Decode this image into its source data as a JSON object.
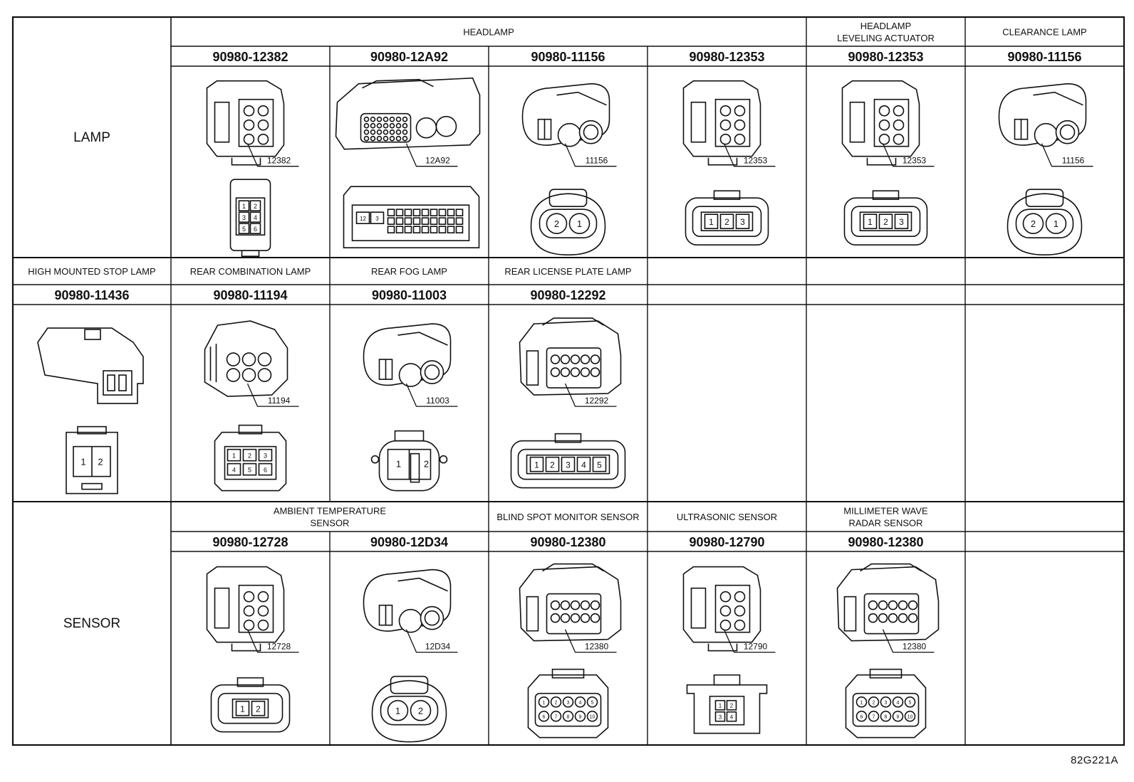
{
  "sections": [
    {
      "label": "LAMP",
      "groups": [
        {
          "title": [
            "HEADLAMP"
          ],
          "cells": [
            {
              "part": "90980-12382",
              "callout": "12382",
              "drawing": "connector-12382-icon",
              "face": {
                "type": "grid",
                "pins": [
                  "1",
                  "2",
                  "3",
                  "4",
                  "5",
                  "6"
                ]
              }
            },
            {
              "part": "90980-12A92",
              "callout": "12A92",
              "drawing": "connector-12a92-icon",
              "face": {
                "type": "multipin",
                "pins": [
                  "12",
                  "3"
                ]
              }
            },
            {
              "part": "90980-11156",
              "callout": "11156",
              "drawing": "connector-11156-icon",
              "face": {
                "type": "round2",
                "pins": [
                  "2",
                  "1"
                ]
              }
            },
            {
              "part": "90980-12353",
              "callout": "12353",
              "drawing": "connector-12353-icon",
              "face": {
                "type": "row",
                "pins": [
                  "1",
                  "2",
                  "3"
                ]
              }
            }
          ]
        },
        {
          "title": [
            "HEADLAMP",
            "LEVELING ACTUATOR"
          ],
          "cells": [
            {
              "part": "90980-12353",
              "callout": "12353",
              "drawing": "connector-12353-icon",
              "face": {
                "type": "row",
                "pins": [
                  "1",
                  "2",
                  "3"
                ]
              }
            }
          ]
        },
        {
          "title": [
            "CLEARANCE LAMP"
          ],
          "cells": [
            {
              "part": "90980-11156",
              "callout": "11156",
              "drawing": "connector-11156-icon",
              "face": {
                "type": "round2",
                "pins": [
                  "2",
                  "1"
                ]
              }
            }
          ]
        }
      ]
    },
    {
      "label": "",
      "groups": [
        {
          "title": [
            "HIGH MOUNTED STOP LAMP"
          ],
          "cells": [
            {
              "part": "90980-11436",
              "callout": "",
              "drawing": "connector-11436-icon",
              "face": {
                "type": "square2",
                "pins": [
                  "1",
                  "2"
                ]
              }
            }
          ]
        },
        {
          "title": [
            "REAR COMBINATION LAMP"
          ],
          "cells": [
            {
              "part": "90980-11194",
              "callout": "11194",
              "drawing": "connector-11194-icon",
              "face": {
                "type": "grid6",
                "pins": [
                  "1",
                  "2",
                  "3",
                  "4",
                  "5",
                  "6"
                ]
              }
            }
          ]
        },
        {
          "title": [
            "REAR FOG LAMP"
          ],
          "cells": [
            {
              "part": "90980-11003",
              "callout": "11003",
              "drawing": "connector-11003-icon",
              "face": {
                "type": "flange2",
                "pins": [
                  "1",
                  "2"
                ]
              }
            }
          ]
        },
        {
          "title": [
            "REAR LICENSE PLATE LAMP"
          ],
          "cells": [
            {
              "part": "90980-12292",
              "callout": "12292",
              "drawing": "connector-12292-icon",
              "face": {
                "type": "row",
                "pins": [
                  "1",
                  "2",
                  "3",
                  "4",
                  "5"
                ]
              }
            }
          ]
        },
        {
          "title": [
            ""
          ],
          "cells": [
            {
              "part": "",
              "callout": "",
              "drawing": "",
              "face": null
            }
          ]
        },
        {
          "title": [
            ""
          ],
          "cells": [
            {
              "part": "",
              "callout": "",
              "drawing": "",
              "face": null
            }
          ]
        },
        {
          "title": [
            ""
          ],
          "cells": [
            {
              "part": "",
              "callout": "",
              "drawing": "",
              "face": null
            }
          ]
        }
      ]
    },
    {
      "label": "SENSOR",
      "groups": [
        {
          "title": [
            "AMBIENT TEMPERATURE",
            "SENSOR"
          ],
          "cells": [
            {
              "part": "90980-12728",
              "callout": "12728",
              "drawing": "connector-12728-icon",
              "face": {
                "type": "row",
                "pins": [
                  "1",
                  "2"
                ]
              }
            },
            {
              "part": "90980-12D34",
              "callout": "12D34",
              "drawing": "connector-12d34-icon",
              "face": {
                "type": "round2",
                "pins": [
                  "1",
                  "2"
                ]
              }
            }
          ]
        },
        {
          "title": [
            "BLIND SPOT MONITOR SENSOR"
          ],
          "cells": [
            {
              "part": "90980-12380",
              "callout": "12380",
              "drawing": "connector-12380-icon",
              "face": {
                "type": "multi10",
                "pins": [
                  "1",
                  "2",
                  "3",
                  "4",
                  "5",
                  "6",
                  "7",
                  "8",
                  "9",
                  "10"
                ]
              }
            }
          ]
        },
        {
          "title": [
            "ULTRASONIC SENSOR"
          ],
          "cells": [
            {
              "part": "90980-12790",
              "callout": "12790",
              "drawing": "connector-12790-icon",
              "face": {
                "type": "grid4",
                "pins": [
                  "1",
                  "2",
                  "3",
                  "4"
                ]
              }
            }
          ]
        },
        {
          "title": [
            "MILLIMETER WAVE",
            "RADAR SENSOR"
          ],
          "cells": [
            {
              "part": "90980-12380",
              "callout": "12380",
              "drawing": "connector-12380-icon",
              "face": {
                "type": "multi10",
                "pins": [
                  "1",
                  "2",
                  "3",
                  "4",
                  "5",
                  "6",
                  "7",
                  "8",
                  "9",
                  "10"
                ]
              }
            }
          ]
        },
        {
          "title": [
            ""
          ],
          "cells": [
            {
              "part": "",
              "callout": "",
              "drawing": "",
              "face": null
            }
          ]
        }
      ]
    }
  ],
  "reference_code": "82G221A"
}
